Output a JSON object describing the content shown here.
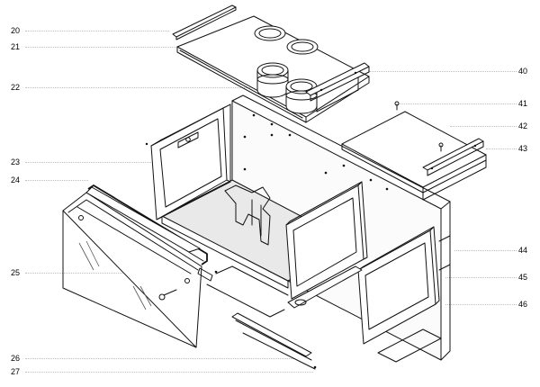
{
  "callouts_left": [
    "20",
    "21",
    "22",
    "23",
    "24",
    "25",
    "26",
    "27"
  ],
  "callouts_right": [
    "40",
    "41",
    "42",
    "43",
    "44",
    "45",
    "46"
  ],
  "colors": {
    "line": "#111111",
    "background": "#ffffff",
    "leader": "#bdbdbd"
  }
}
